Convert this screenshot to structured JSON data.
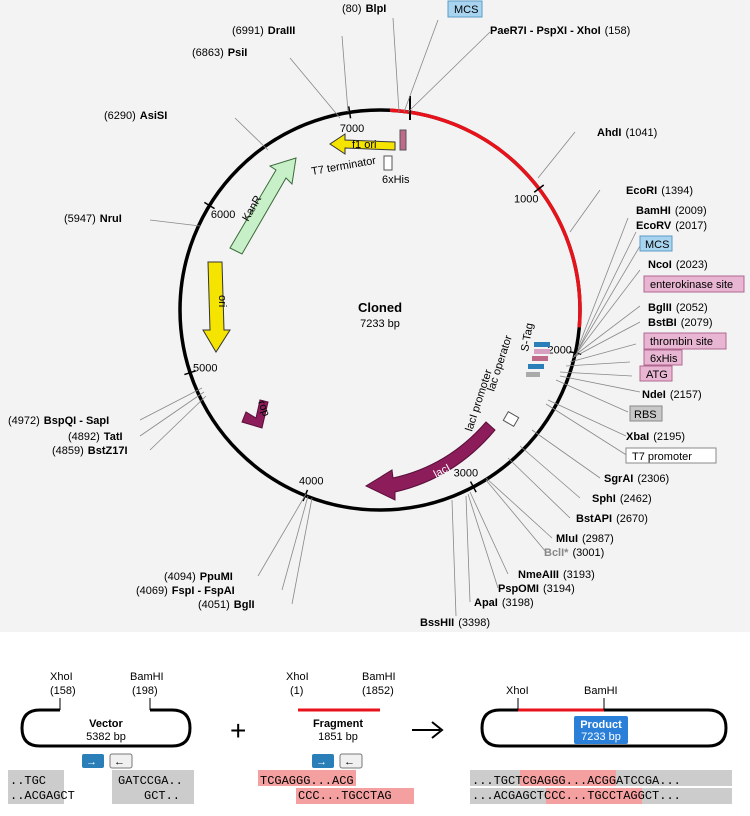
{
  "map": {
    "center_title": "Cloned",
    "center_subtitle": "7233 bp",
    "ticks": [
      "1000",
      "2000",
      "3000",
      "4000",
      "5000",
      "6000",
      "7000"
    ],
    "colors": {
      "insert": "#e8121b",
      "backbone": "#000000",
      "yellow": "#f5e400",
      "kanr": "#c8f0c8",
      "maroon": "#8c1d5a"
    },
    "features": {
      "f1_ori": "f1 ori",
      "kanr": "KanR",
      "ori": "ori",
      "rop": "rop",
      "laci": "lacI",
      "t7_terminator": "T7 terminator",
      "his6_top": "6xHis",
      "lac_operator": "lac operator",
      "laci_promoter": "lacI promoter",
      "s_tag": "S-Tag"
    },
    "sites": {
      "blpi": {
        "pos": "(80)",
        "name": "BlpI"
      },
      "drai": {
        "pos": "(6991)",
        "name": "DraIII"
      },
      "psii": {
        "pos": "(6863)",
        "name": "PsiI"
      },
      "asisi": {
        "pos": "(6290)",
        "name": "AsiSI"
      },
      "nrui": {
        "pos": "(5947)",
        "name": "NruI"
      },
      "xhoi": {
        "name": "PaeR7I - PspXI - XhoI",
        "pos": "(158)"
      },
      "ahdi": {
        "name": "AhdI",
        "pos": "(1041)"
      },
      "ecori": {
        "name": "EcoRI",
        "pos": "(1394)"
      },
      "bamhi": {
        "name": "BamHI",
        "pos": "(2009)"
      },
      "ecorv": {
        "name": "EcoRV",
        "pos": "(2017)"
      },
      "ncoi": {
        "name": "NcoI",
        "pos": "(2023)"
      },
      "bglii": {
        "name": "BglII",
        "pos": "(2052)"
      },
      "bstbi": {
        "name": "BstBI",
        "pos": "(2079)"
      },
      "ndei": {
        "name": "NdeI",
        "pos": "(2157)"
      },
      "xbai": {
        "name": "XbaI",
        "pos": "(2195)"
      },
      "sgrai": {
        "name": "SgrAI",
        "pos": "(2306)"
      },
      "sphi": {
        "name": "SphI",
        "pos": "(2462)"
      },
      "bstapi": {
        "name": "BstAPI",
        "pos": "(2670)"
      },
      "mlui": {
        "name": "MluI",
        "pos": "(2987)"
      },
      "bcli": {
        "name": "BclI*",
        "pos": "(3001)"
      },
      "nmeaiii": {
        "name": "NmeAIII",
        "pos": "(3193)"
      },
      "psp": {
        "name": "PspOMI",
        "pos": "(3194)"
      },
      "apai": {
        "name": "ApaI",
        "pos": "(3198)"
      },
      "bsshii": {
        "name": "BssHII",
        "pos": "(3398)"
      },
      "bspqi": {
        "pos": "(4972)",
        "name": "BspQI - SapI"
      },
      "tati": {
        "pos": "(4892)",
        "name": "TatI"
      },
      "bstz": {
        "pos": "(4859)",
        "name": "BstZ17I"
      },
      "ppumi": {
        "pos": "(4094)",
        "name": "PpuMI"
      },
      "fspi": {
        "pos": "(4069)",
        "name": "FspI - FspAI"
      },
      "bgli": {
        "pos": "(4051)",
        "name": "BglI"
      }
    },
    "boxes": {
      "mcs_top": "MCS",
      "mcs_right": "MCS",
      "enterokinase": "enterokinase site",
      "thrombin": "thrombin site",
      "his6": "6xHis",
      "atg": "ATG",
      "rbs": "RBS",
      "t7_promoter": "T7 promoter"
    }
  },
  "cloning": {
    "vector": {
      "title": "Vector",
      "size": "5382 bp",
      "left_site": "XhoI",
      "left_pos": "(158)",
      "right_site": "BamHI",
      "right_pos": "(198)",
      "seq_left_top": "..TGC",
      "seq_left_bottom": "..ACGAGCT",
      "seq_right_top": "GATCCGA..",
      "seq_right_bottom": "GCT.."
    },
    "plus": "+",
    "fragment": {
      "title": "Fragment",
      "size": "1851 bp",
      "left_site": "XhoI",
      "left_pos": "(1)",
      "right_site": "BamHI",
      "right_pos": "(1852)",
      "seq_top": "TCGAGGG...ACG",
      "seq_bottom": "CCC...TGCCTAG"
    },
    "product": {
      "title": "Product",
      "size": "7233 bp",
      "left_site": "XhoI",
      "right_site": "BamHI",
      "seq_top_a": "...TGC",
      "seq_top_b": "TCGAGGG...ACG",
      "seq_top_c": "GATCCGA...",
      "seq_bot_a": "...ACGAGCT",
      "seq_bot_b": "CCC...TGCCTAG",
      "seq_bot_c": "GCT..."
    }
  }
}
